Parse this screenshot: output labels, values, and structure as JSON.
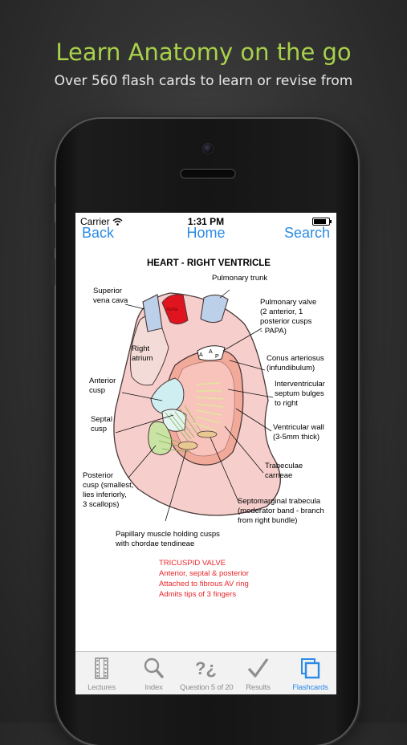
{
  "promo": {
    "headline": "Learn Anatomy on the go",
    "subheadline": "Over 560 flash cards to learn or revise from"
  },
  "status_bar": {
    "carrier": "Carrier",
    "time": "1:31 PM",
    "battery_level": 0.85
  },
  "nav": {
    "back_label": "Back",
    "title": "Home",
    "search_label": "Search"
  },
  "flashcard": {
    "title": "HEART - RIGHT VENTRICLE",
    "labels": {
      "superior_vena_cava": [
        "Superior",
        "vena cava"
      ],
      "aorta": "Aorta",
      "pulmonary_trunk": "Pulmonary trunk",
      "pulmonary_valve": [
        "Pulmonary valve",
        "(2 anterior, 1",
        "posterior cusps",
        "- PAPA)"
      ],
      "right_atrium": [
        "Right",
        "atrium"
      ],
      "conus_arteriosus": [
        "Conus arteriosus",
        "(infundibulum)"
      ],
      "anterior_cusp": [
        "Anterior",
        "cusp"
      ],
      "interventricular_septum": [
        "Interventricular",
        "septum bulges",
        "to right"
      ],
      "septal_cusp": [
        "Septal",
        "cusp"
      ],
      "ventricular_wall": [
        "Ventricular wall",
        "(3-5mm thick)"
      ],
      "trabeculae_carneae": [
        "Trabeculae",
        "carneae"
      ],
      "posterior_cusp": [
        "Posterior",
        "cusp (smallest,",
        "lies inferiorly,",
        "3 scallops)"
      ],
      "septomarginal_trabecula": [
        "Septomarginal trabecula",
        "(moderator band - branch",
        "from right bundle)"
      ],
      "papillary_muscle": [
        "Papillary muscle holding cusps",
        "with chordae tendineae"
      ],
      "valve_letters": [
        "A",
        "A",
        "P"
      ]
    },
    "notes": [
      "TRICUSPID VALVE",
      "Anterior, septal & posterior",
      "Attached to fibrous AV ring",
      "Admits tips of 3 fingers"
    ],
    "colors": {
      "note_red": "#e8252a",
      "aorta_red": "#e0141e",
      "heart_pink": "#f6cfcc",
      "ventricle_salmon": "#f1a99a",
      "cusp_blue": "#cfeef2",
      "muscle_green": "#c9e3a4",
      "vessel_blue": "#bcd0ea"
    }
  },
  "tabs": [
    {
      "label": "Lectures",
      "icon": "film-icon",
      "active": false
    },
    {
      "label": "Index",
      "icon": "magnifier-icon",
      "active": false
    },
    {
      "label": "Question 5 of 20",
      "icon": "question-icon",
      "active": false
    },
    {
      "label": "Results",
      "icon": "checkmark-icon",
      "active": false
    },
    {
      "label": "Flashcards",
      "icon": "cards-icon",
      "active": true
    }
  ],
  "accent_color": "#2b8be6",
  "headline_color": "#a8d14a"
}
